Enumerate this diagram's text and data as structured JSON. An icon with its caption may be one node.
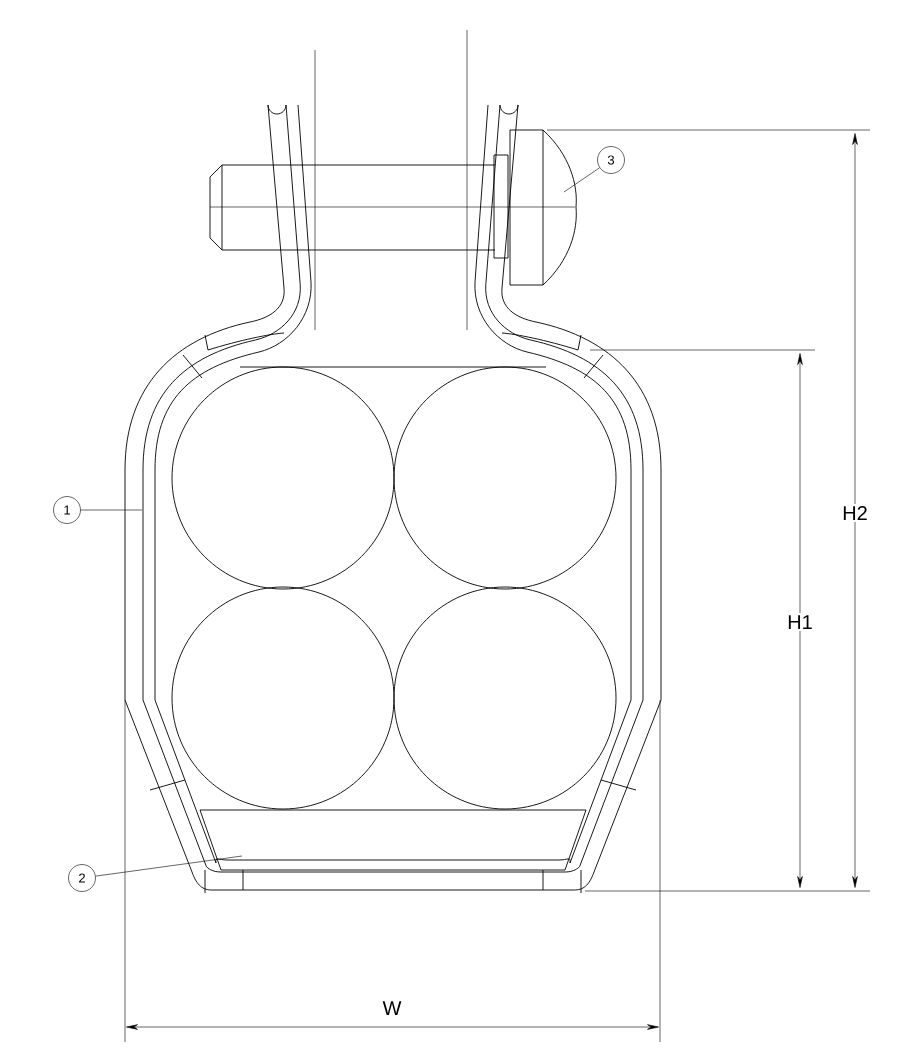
{
  "diagram": {
    "nodes": [
      {
        "text": [
          "1"
        ]
      },
      {
        "text": [
          "2"
        ]
      },
      {
        "text": [
          "3"
        ]
      }
    ],
    "edges": [
      {
        "from": 0,
        "to": null,
        "arrow": "none"
      },
      {
        "from": 1,
        "to": null,
        "arrow": "none"
      },
      {
        "from": 2,
        "to": null,
        "arrow": "none"
      }
    ],
    "labels": [
      "H2",
      "H1",
      "W"
    ]
  }
}
